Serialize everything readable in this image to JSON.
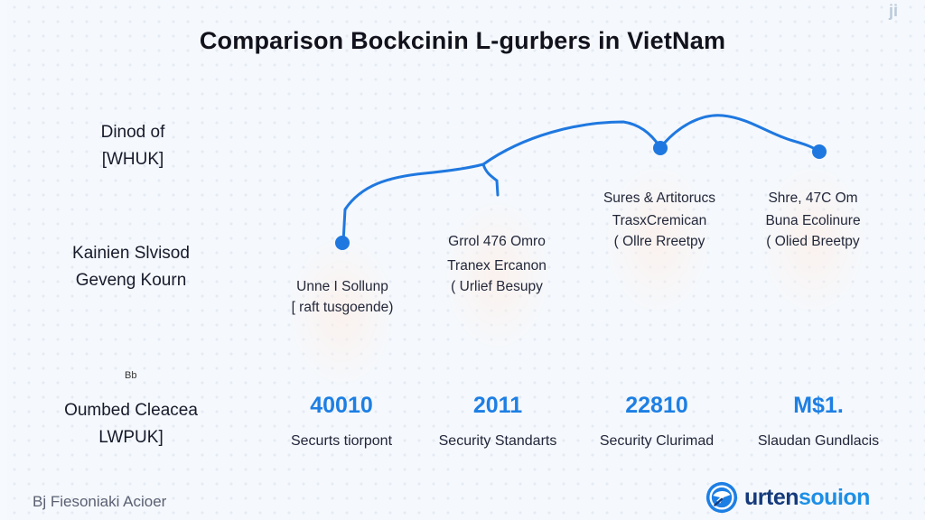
{
  "corner_mark": "ji",
  "title": "Comparison Bockcinin L-gurbers in VietNam",
  "row_labels": [
    {
      "line1": "Dinod of",
      "line2": "[WHUK]"
    },
    {
      "line1": "Kainien Slvisod",
      "line2": "Geveng Kourn"
    },
    {
      "small": "Bb",
      "line1": "Oumbed Cleacea",
      "line2": "LWPUK]"
    }
  ],
  "nodes": [
    {
      "id": "node-1",
      "lines": [
        "Unne I Sollunp",
        "[ raft tusgoende)"
      ]
    },
    {
      "id": "node-2",
      "lines": [
        "Grrol 476 Omro",
        "Tranex Ercanon",
        "( Urlief Besupy"
      ]
    },
    {
      "id": "node-3",
      "lines": [
        "Sures & Artitorucs",
        "TrasxCremican",
        "( Ollre Rreetpy"
      ]
    },
    {
      "id": "node-4",
      "lines": [
        "Shre, 47C Om",
        "Buna Ecolinure",
        "( Olied Breetpy"
      ]
    }
  ],
  "stats": [
    {
      "value": "40010",
      "label": "Securts tiorpont"
    },
    {
      "value": "2011",
      "label": "Security Standarts"
    },
    {
      "value": "22810",
      "label": "Security Clurimad"
    },
    {
      "value": "M$1.",
      "label": "Slaudan Gundlacis"
    }
  ],
  "footer": {
    "left_text": "Bj Fiesoniaki Acioer",
    "brand_part1": "urten",
    "brand_part2": "souion"
  },
  "colors": {
    "accent_blue": "#1f78e0",
    "stat_blue": "#1d7fe4",
    "brand_dark": "#153a7c",
    "brand_light": "#1d8fe6",
    "background": "#f5f8fc"
  }
}
